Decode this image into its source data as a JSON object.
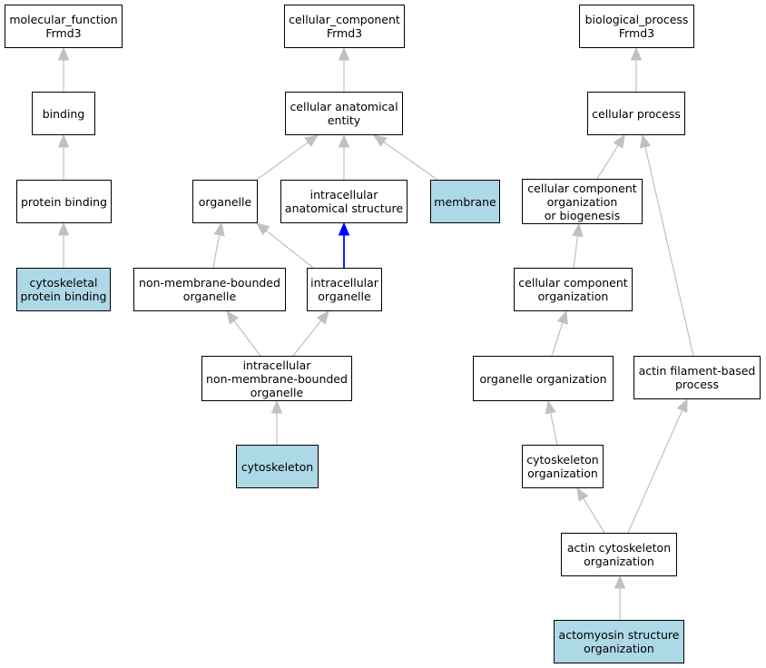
{
  "colors": {
    "highlight": "#add8e6",
    "edge_default": "#c0c0c0",
    "edge_highlight": "#0000ff",
    "border": "#000000"
  },
  "nodes": {
    "mf_root": {
      "label": "molecular_function\nFrmd3",
      "highlight": false
    },
    "binding": {
      "label": "binding",
      "highlight": false
    },
    "protein_binding": {
      "label": "protein binding",
      "highlight": false
    },
    "cytoskeletal_protein_binding": {
      "label": "cytoskeletal\nprotein binding",
      "highlight": true
    },
    "cc_root": {
      "label": "cellular_component\nFrmd3",
      "highlight": false
    },
    "cellular_anatomical_entity": {
      "label": "cellular anatomical\nentity",
      "highlight": false
    },
    "organelle": {
      "label": "organelle",
      "highlight": false
    },
    "intracellular_anatomical_structure": {
      "label": "intracellular\nanatomical structure",
      "highlight": false
    },
    "membrane": {
      "label": "membrane",
      "highlight": true
    },
    "non_membrane_bounded_organelle": {
      "label": "non-membrane-bounded\norganelle",
      "highlight": false
    },
    "intracellular_organelle": {
      "label": "intracellular\norganelle",
      "highlight": false
    },
    "intracellular_nmb_organelle": {
      "label": "intracellular\nnon-membrane-bounded\norganelle",
      "highlight": false
    },
    "cytoskeleton": {
      "label": "cytoskeleton",
      "highlight": true
    },
    "bp_root": {
      "label": "biological_process\nFrmd3",
      "highlight": false
    },
    "cellular_process": {
      "label": "cellular process",
      "highlight": false
    },
    "cc_org_biogenesis": {
      "label": "cellular component\norganization\nor biogenesis",
      "highlight": false
    },
    "cc_organization": {
      "label": "cellular component\norganization",
      "highlight": false
    },
    "organelle_organization": {
      "label": "organelle organization",
      "highlight": false
    },
    "actin_filament_based_process": {
      "label": "actin filament-based\nprocess",
      "highlight": false
    },
    "cytoskeleton_organization": {
      "label": "cytoskeleton\norganization",
      "highlight": false
    },
    "actin_cytoskeleton_organization": {
      "label": "actin cytoskeleton\norganization",
      "highlight": false
    },
    "actomyosin_structure_organization": {
      "label": "actomyosin structure\norganization",
      "highlight": true
    }
  },
  "edges": [
    {
      "from": "binding",
      "to": "mf_root",
      "highlight": false
    },
    {
      "from": "protein_binding",
      "to": "binding",
      "highlight": false
    },
    {
      "from": "cytoskeletal_protein_binding",
      "to": "protein_binding",
      "highlight": false
    },
    {
      "from": "cellular_anatomical_entity",
      "to": "cc_root",
      "highlight": false
    },
    {
      "from": "organelle",
      "to": "cellular_anatomical_entity",
      "highlight": false
    },
    {
      "from": "intracellular_anatomical_structure",
      "to": "cellular_anatomical_entity",
      "highlight": false
    },
    {
      "from": "membrane",
      "to": "cellular_anatomical_entity",
      "highlight": false
    },
    {
      "from": "non_membrane_bounded_organelle",
      "to": "organelle",
      "highlight": false
    },
    {
      "from": "intracellular_organelle",
      "to": "organelle",
      "highlight": false
    },
    {
      "from": "intracellular_organelle",
      "to": "intracellular_anatomical_structure",
      "highlight": true
    },
    {
      "from": "intracellular_nmb_organelle",
      "to": "non_membrane_bounded_organelle",
      "highlight": false
    },
    {
      "from": "intracellular_nmb_organelle",
      "to": "intracellular_organelle",
      "highlight": false
    },
    {
      "from": "cytoskeleton",
      "to": "intracellular_nmb_organelle",
      "highlight": false
    },
    {
      "from": "cellular_process",
      "to": "bp_root",
      "highlight": false
    },
    {
      "from": "cc_org_biogenesis",
      "to": "cellular_process",
      "highlight": false
    },
    {
      "from": "cc_organization",
      "to": "cc_org_biogenesis",
      "highlight": false
    },
    {
      "from": "organelle_organization",
      "to": "cc_organization",
      "highlight": false
    },
    {
      "from": "actin_filament_based_process",
      "to": "cellular_process",
      "highlight": false
    },
    {
      "from": "cytoskeleton_organization",
      "to": "organelle_organization",
      "highlight": false
    },
    {
      "from": "actin_cytoskeleton_organization",
      "to": "cytoskeleton_organization",
      "highlight": false
    },
    {
      "from": "actin_cytoskeleton_organization",
      "to": "actin_filament_based_process",
      "highlight": false
    },
    {
      "from": "actomyosin_structure_organization",
      "to": "actin_cytoskeleton_organization",
      "highlight": false
    }
  ]
}
